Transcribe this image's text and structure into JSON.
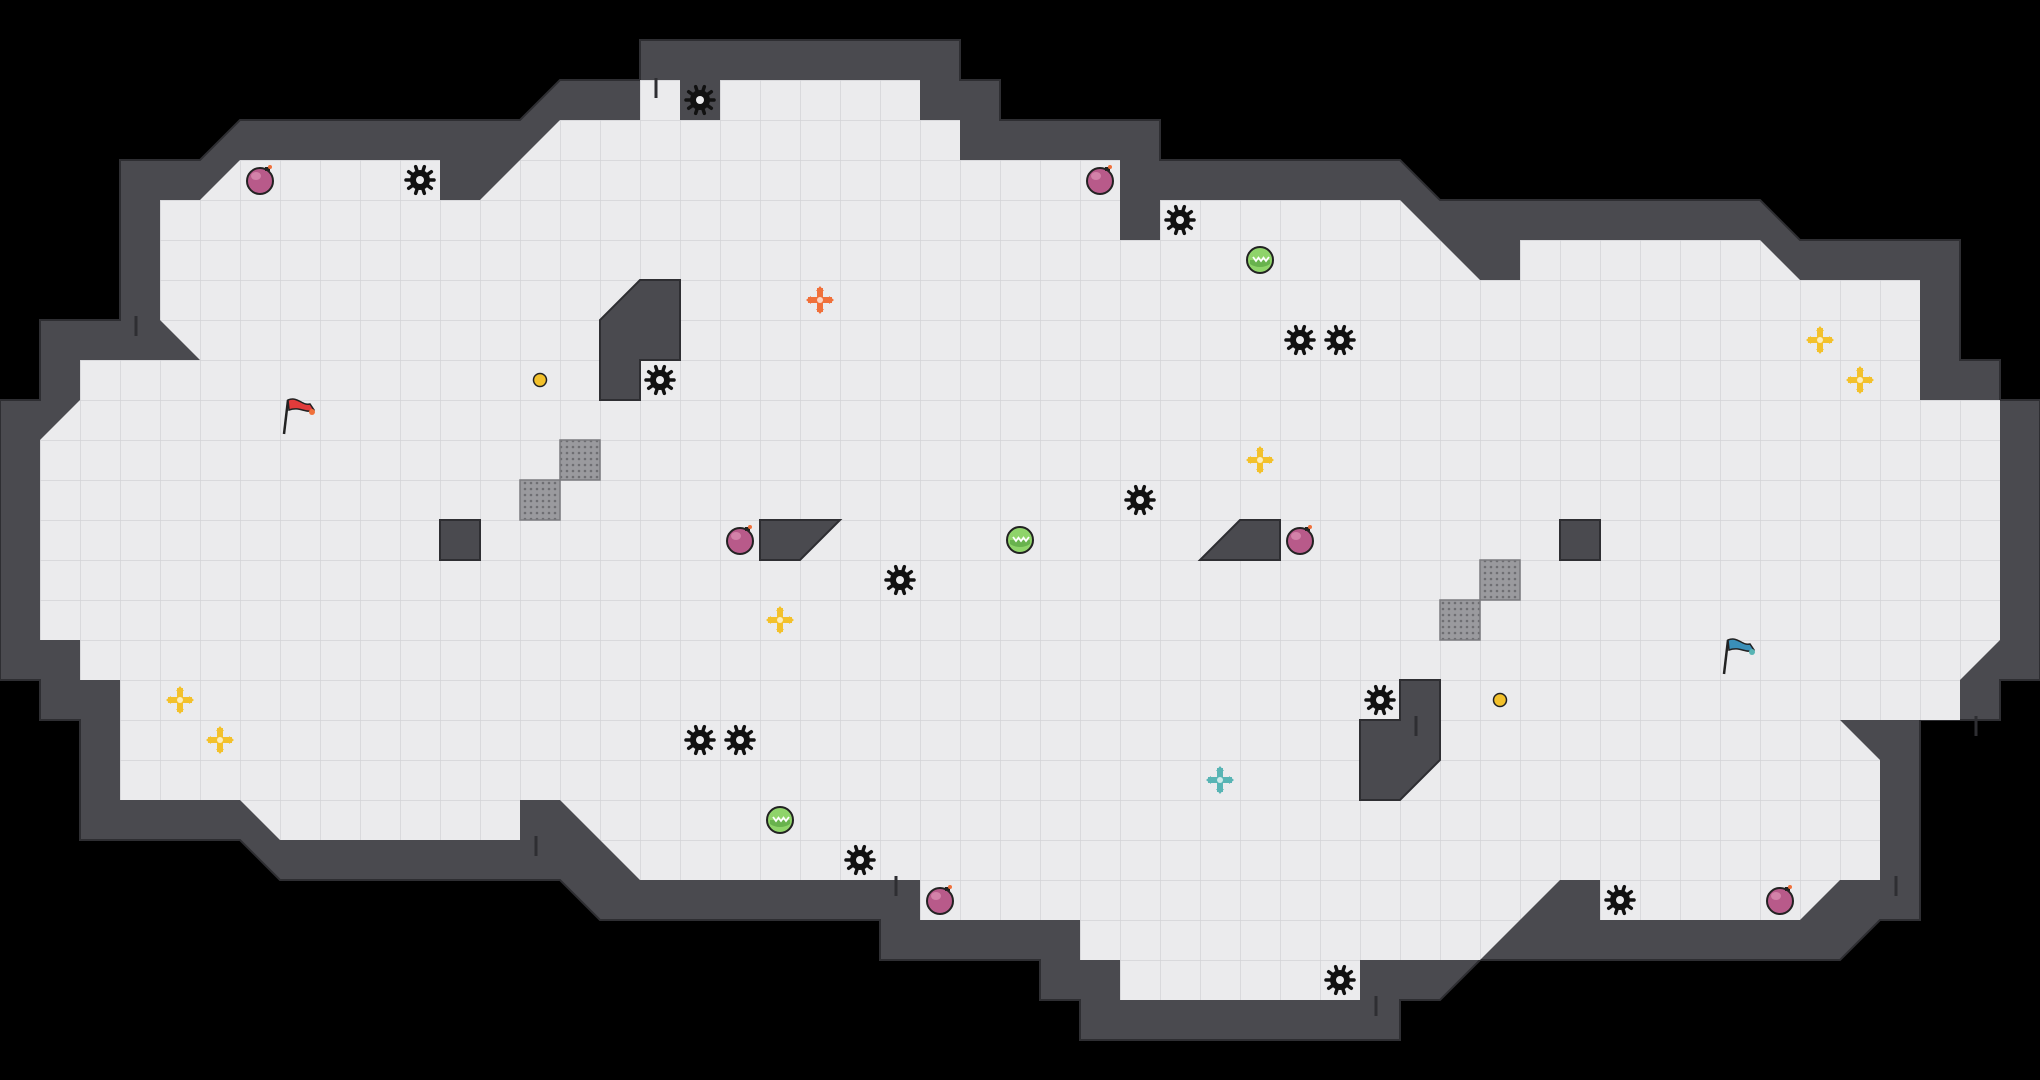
{
  "board": {
    "grid_size": "cell-grid",
    "colors": {
      "background": "#000000",
      "floor": "#ebebed",
      "grid_line": "#d7d7da",
      "wall": "#4a4a4f",
      "wall_edge": "#2e2e32",
      "vent": "#8c8c90"
    }
  },
  "pieces": {
    "flags": [
      {
        "team": "red",
        "icon": "red-flag-icon",
        "color": "#e23b3b"
      },
      {
        "team": "blue",
        "icon": "blue-flag-icon",
        "color": "#3a8fb8"
      }
    ],
    "spike_mines_icon": "spike-mine-icon",
    "bomb_icon": "bomb-orb-icon",
    "boost_icon": "green-boost-orb-icon",
    "powerup_icon": "plus-powerup-icon",
    "coin_icon": "coin-icon",
    "powerup_colors": {
      "yellow": "#f3c12b",
      "orange": "#f0703a",
      "teal": "#58b4b4"
    },
    "bomb_color": "#b85a8a",
    "boost_color": "#8fd46a"
  }
}
